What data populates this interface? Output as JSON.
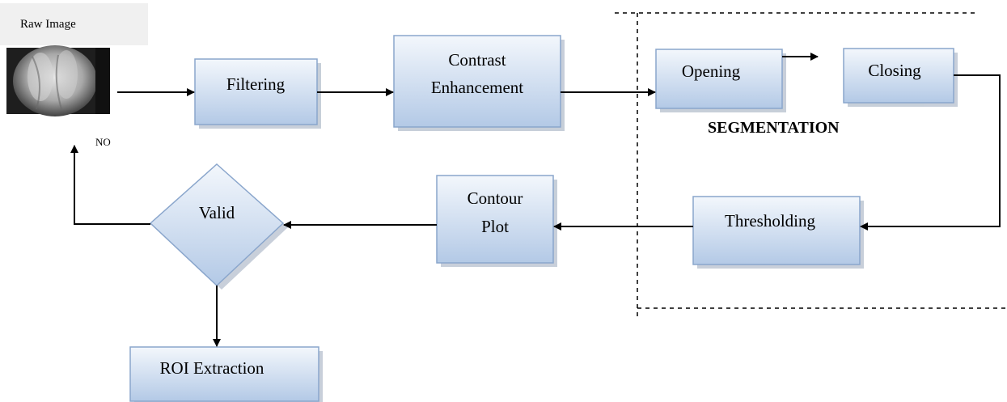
{
  "raw_image": {
    "label": "Raw Image"
  },
  "nodes": {
    "filtering": "Filtering",
    "contrast": [
      "Contrast",
      "Enhancement"
    ],
    "opening": "Opening",
    "closing": "Closing",
    "thresholding": "Thresholding",
    "contour": [
      "Contour",
      "Plot"
    ],
    "valid": "Valid",
    "roi": "ROI Extraction"
  },
  "segmentation_label": "SEGMENTATION",
  "no_label": "NO",
  "colors": {
    "box_top": "#f3f7fc",
    "box_bottom": "#b3c9e6",
    "box_border": "#8aa6cc",
    "shadow": "#9aa8bb",
    "arrow": "#000000"
  }
}
